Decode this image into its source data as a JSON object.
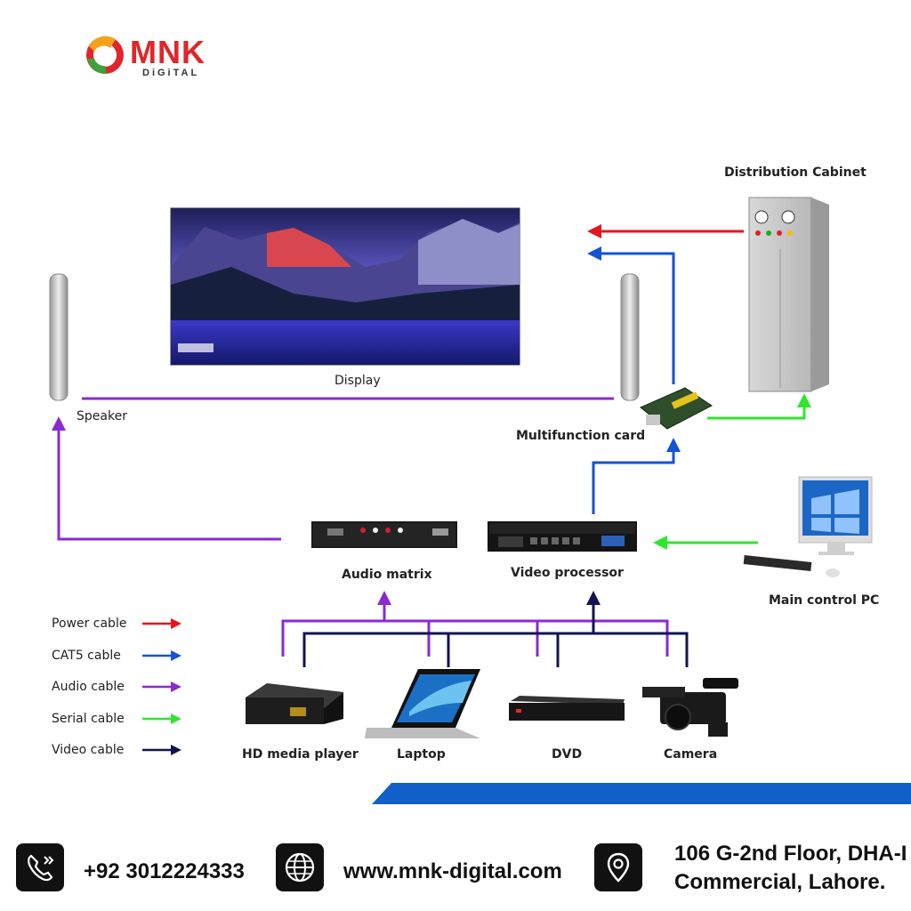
{
  "brand": {
    "name": "MNK",
    "sub": "DiGiTAL"
  },
  "labels": {
    "distribution_cabinet": "Distribution Cabinet",
    "display": "Display",
    "speaker": "Speaker",
    "multifunction_card": "Multifunction card",
    "audio_matrix": "Audio matrix",
    "video_processor": "Video processor",
    "main_control_pc": "Main control PC",
    "hd_media_player": "HD media player",
    "laptop": "Laptop",
    "dvd": "DVD",
    "camera": "Camera"
  },
  "legend": [
    {
      "label": "Power cable",
      "color": "#e8141b"
    },
    {
      "label": "CAT5 cable",
      "color": "#1453d6"
    },
    {
      "label": "Audio cable",
      "color": "#8a2ad1"
    },
    {
      "label": "Serial cable",
      "color": "#2fe62f"
    },
    {
      "label": "Video cable",
      "color": "#10154f"
    }
  ],
  "footer": {
    "phone": "+92 3012224333",
    "website": "www.mnk-digital.com",
    "address_line1": "106 G-2nd Floor, DHA-I",
    "address_line2": "Commercial, Lahore."
  },
  "colors": {
    "power": "#e8141b",
    "cat5": "#1453d6",
    "audio": "#8a2ad1",
    "serial": "#2fe62f",
    "video": "#10154f",
    "accent_bar": "#1160c9"
  }
}
